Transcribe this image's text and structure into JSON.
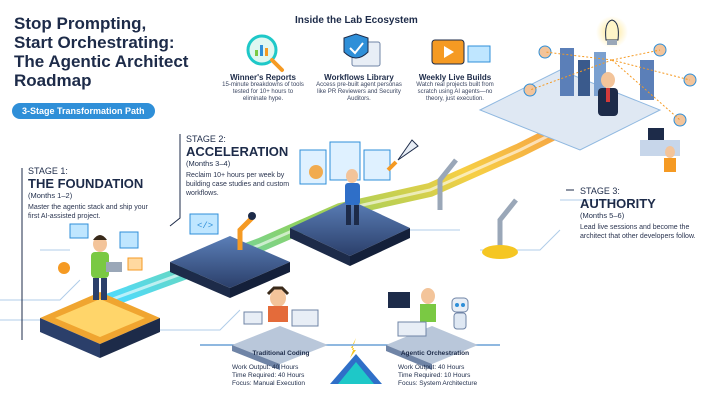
{
  "title": {
    "line1": "Stop Prompting,",
    "line2": "Start Orchestrating:",
    "line3": "The Agentic Architect",
    "line4": "Roadmap"
  },
  "path_label": "3-Stage Transformation Path",
  "ecosystem": {
    "heading": "Inside the Lab Ecosystem",
    "cards": [
      {
        "title": "Winner's Reports",
        "desc": "15-minute breakdowns of tools tested for 10+ hours to eliminate hype.",
        "icon": "magnifier-chart-icon"
      },
      {
        "title": "Workflows Library",
        "desc": "Access pre-built agent personas like PR Reviewers and Security Auditors.",
        "icon": "shield-book-icon"
      },
      {
        "title": "Weekly Live Builds",
        "desc": "Watch real projects built from scratch using AI agents—no theory, just execution.",
        "icon": "video-play-icon"
      }
    ]
  },
  "stages": [
    {
      "label": "STAGE 1:",
      "name": "THE FOUNDATION",
      "months": "(Months 1–2)",
      "desc": "Master the agentic stack and ship your first AI-assisted project."
    },
    {
      "label": "STAGE 2:",
      "name": "ACCELERATION",
      "months": "(Months 3–4)",
      "desc": "Reclaim 10+ hours per week by building case studies and custom workflows."
    },
    {
      "label": "STAGE 3:",
      "name": "AUTHORITY",
      "months": "(Months 5–6)",
      "desc": "Lead live sessions and become the architect that other developers follow."
    }
  ],
  "comparison": {
    "left": {
      "label": "Traditional Coding",
      "output": "Work Output: 40 Hours",
      "time": "Time Required: 40 Hours",
      "focus": "Focus: Manual Execution"
    },
    "right": {
      "label": "Agentic Orchestration",
      "output": "Work Output: 40 Hours",
      "time": "Time Required: 10 Hours",
      "focus": "Focus: System Architecture"
    }
  },
  "colors": {
    "accent": "#2f8fd8",
    "navy": "#1d2b49",
    "orange": "#f59a23",
    "green": "#7ac943",
    "teal": "#1ec8c8"
  }
}
